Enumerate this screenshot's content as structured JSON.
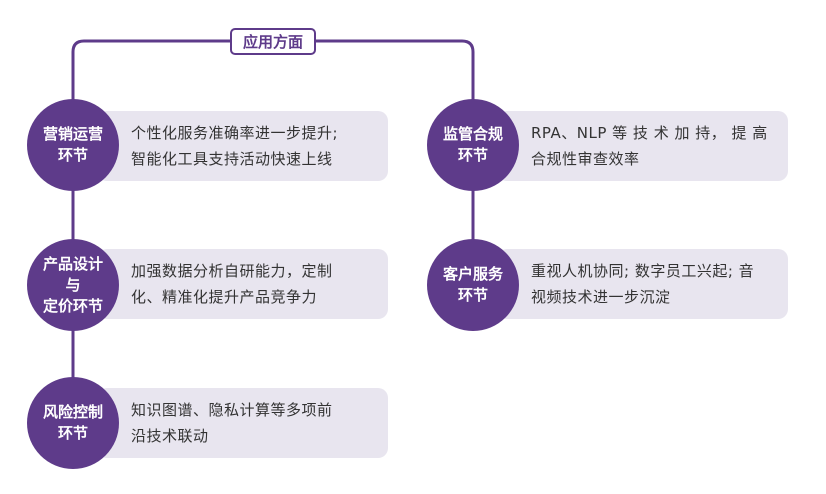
{
  "diagram": {
    "root_label": "应用方面",
    "nodes": [
      {
        "id": "marketing",
        "label": "营销运营\n环节",
        "desc": "个性化服务准确率进一步提升;\n智能化工具支持活动快速上线"
      },
      {
        "id": "pricing",
        "label": "产品设计\n与\n定价环节",
        "desc": "加强数据分析自研能力，定制\n化、精准化提升产品竞争力"
      },
      {
        "id": "risk",
        "label": "风险控制\n环节",
        "desc": "知识图谱、隐私计算等多项前\n沿技术联动"
      },
      {
        "id": "regulation",
        "label": "监管合规\n环节",
        "desc": "RPA、NLP 等 技 术 加 持， 提 高\n合规性审查效率"
      },
      {
        "id": "service",
        "label": "客户服务\n环节",
        "desc": "重视人机协同; 数字员工兴起; 音\n视频技术进一步沉淀"
      }
    ]
  }
}
